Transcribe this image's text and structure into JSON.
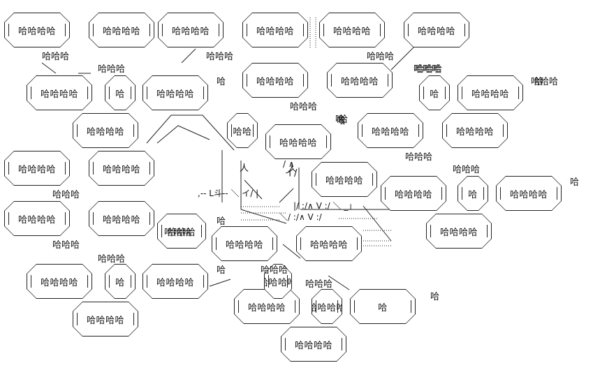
{
  "bubbles": [
    {
      "text": "哈哈哈哈"
    },
    {
      "text": "哈哈哈哈"
    },
    {
      "text": "哈哈哈哈"
    },
    {
      "text": "哈哈哈哈"
    },
    {
      "text": "哈哈哈哈"
    },
    {
      "text": "哈哈哈哈"
    },
    {
      "text": "哈哈哈哈"
    },
    {
      "text": "哈"
    },
    {
      "text": "哈哈哈哈"
    },
    {
      "text": "哈哈哈哈"
    },
    {
      "text": "哈哈哈哈"
    },
    {
      "text": "哈"
    },
    {
      "text": "哈哈哈哈"
    },
    {
      "text": "哈哈哈哈"
    },
    {
      "text": "哈哈"
    },
    {
      "text": "哈哈哈哈"
    },
    {
      "text": "哈哈哈哈"
    },
    {
      "text": "哈哈哈哈"
    },
    {
      "text": "哈哈哈哈"
    },
    {
      "text": "哈哈哈哈"
    },
    {
      "text": "哈哈哈哈"
    },
    {
      "text": "哈哈哈哈"
    },
    {
      "text": "哈"
    },
    {
      "text": "哈哈哈哈"
    },
    {
      "text": "哈哈哈哈"
    },
    {
      "text": "哈哈哈哈"
    },
    {
      "text": "哈哈哈"
    },
    {
      "text": "哈哈哈哈"
    },
    {
      "text": "哈哈哈哈"
    },
    {
      "text": "哈哈哈哈"
    },
    {
      "text": "哈哈哈哈"
    },
    {
      "text": "哈"
    },
    {
      "text": "哈哈哈哈"
    },
    {
      "text": "哈哈哈哈"
    },
    {
      "text": "哈哈哈哈"
    },
    {
      "text": "哈"
    },
    {
      "text": "哈哈哈哈"
    },
    {
      "text": "哈哈哈哈"
    },
    {
      "text": "哈哈哈哈"
    }
  ],
  "labels": [
    {
      "text": "哈哈哈"
    },
    {
      "text": "哈哈哈"
    },
    {
      "text": "哈哈哈"
    },
    {
      "text": "哈哈哈"
    },
    {
      "text": "哈哈哈"
    },
    {
      "text": "哈"
    },
    {
      "text": "哈哈哈"
    },
    {
      "text": "哈"
    },
    {
      "text": "哈哈哈"
    },
    {
      "text": "哈哈哈"
    },
    {
      "text": "哈哈哈"
    },
    {
      "text": "哈"
    },
    {
      "text": "哈哈哈"
    },
    {
      "text": "哈"
    },
    {
      "text": "哈哈哈"
    },
    {
      "text": "哈哈哈"
    },
    {
      "text": "哈哈哈"
    },
    {
      "text": "哈哈哈"
    },
    {
      "text": "哈"
    },
    {
      "text": "哈"
    },
    {
      "text": "哈哈哈"
    },
    {
      "text": "哈"
    },
    {
      "text": "哈哈哈"
    },
    {
      "text": "哈"
    },
    {
      "text": "哈"
    }
  ],
  "figure": {
    "line_a": "人",
    "line_b": "イ/",
    "line_c": "人",
    "line_d": ",-- L斗-- ＼ イ/ |",
    "line_e": "|/ :/∧ V :/ ＼ _」",
    "line_f": "＼/  :/∧ V :/",
    "line_g": "/ ∧"
  }
}
